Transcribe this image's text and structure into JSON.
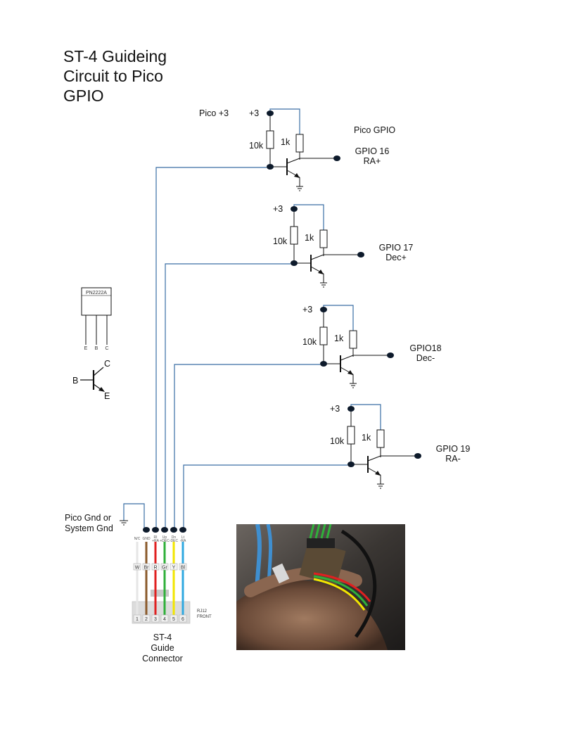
{
  "title": [
    "ST-4 Guideing",
    "Circuit to Pico",
    "GPIO"
  ],
  "header": {
    "pico_supply": "Pico +3",
    "pico_gpio": "Pico GPIO"
  },
  "stages": [
    {
      "supply": "+3",
      "r_base": "10k",
      "r_collector": "1k",
      "gpio_line1": "GPIO 16",
      "gpio_line2": "RA+"
    },
    {
      "supply": "+3",
      "r_base": "10k",
      "r_collector": "1k",
      "gpio_line1": "GPIO 17",
      "gpio_line2": "Dec+"
    },
    {
      "supply": "+3",
      "r_base": "10k",
      "r_collector": "1k",
      "gpio_line1": "GPIO18",
      "gpio_line2": "Dec-"
    },
    {
      "supply": "+3",
      "r_base": "10k",
      "r_collector": "1k",
      "gpio_line1": "GPIO 19",
      "gpio_line2": "RA-"
    }
  ],
  "transistor": {
    "package_label": "PN2222A",
    "pins": [
      "E",
      "B",
      "C"
    ],
    "symbol_labels": {
      "base": "B",
      "collector": "C",
      "emitter": "E"
    }
  },
  "ground": {
    "line1": "Pico Gnd or",
    "line2": "System Gnd"
  },
  "connector": {
    "pin_top_labels": [
      "N/C",
      "GND",
      "RI\n+RA",
      "Up\n+DEC",
      "Dn\n-DEC",
      "Lt\n-RA"
    ],
    "wire_letters": [
      "W",
      "Br",
      "R",
      "Gr",
      "Y",
      "Bl"
    ],
    "pin_numbers": [
      "1",
      "2",
      "3",
      "4",
      "5",
      "6"
    ],
    "wire_colors": [
      "#e6e6e6",
      "#8b5a2b",
      "#e02020",
      "#2fb03a",
      "#f2e600",
      "#2fa8e0"
    ],
    "side_line1": "RJ12",
    "side_line2": "FRONT",
    "caption": [
      "ST-4",
      "Guide",
      "Connector"
    ]
  },
  "colors": {
    "wire_blue": "#3a6ea5",
    "node": "#0d1a2b",
    "line": "#111111"
  }
}
